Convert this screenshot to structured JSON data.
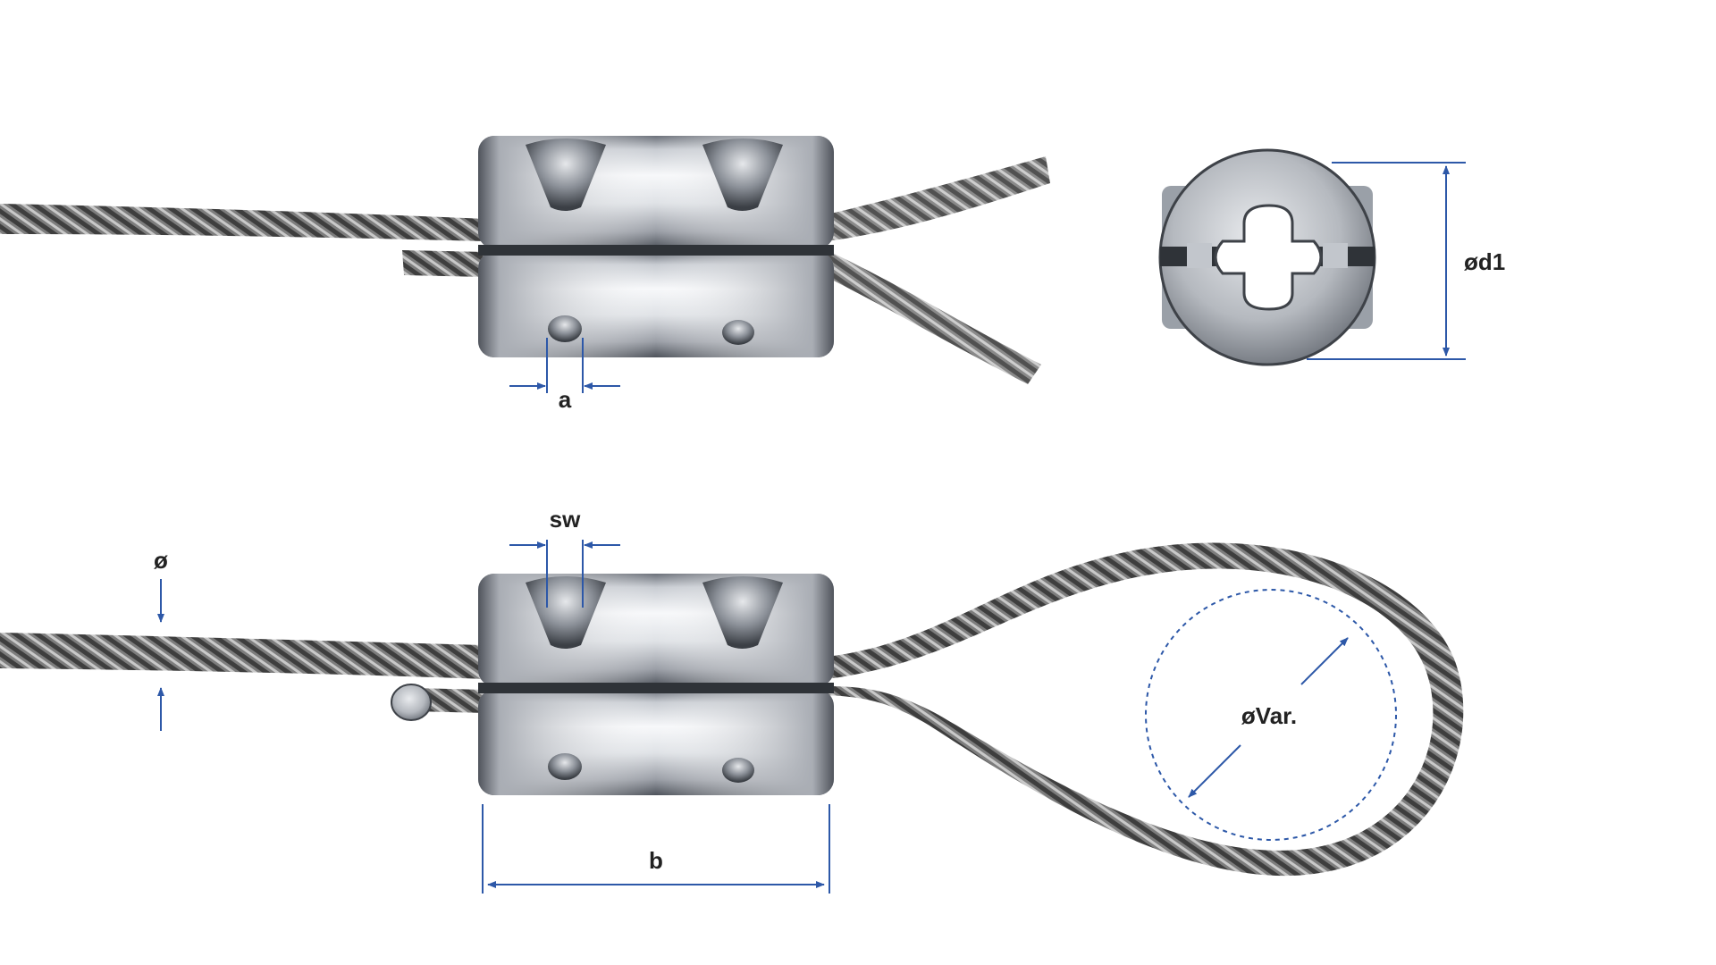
{
  "labels": {
    "a": "a",
    "sw": "sw",
    "b": "b",
    "dia": "ø",
    "d1": "ød1",
    "var": "øVar."
  },
  "colors": {
    "dimension_line": "#2d58a8",
    "label_text": "#222222",
    "steel_light": "#f4f5f7",
    "steel_dark": "#5c6068",
    "cable": "#6f6f6f"
  },
  "icons": [
    "wire-rope",
    "cable-clamp",
    "set-screw",
    "loop-circle",
    "arrow-head"
  ]
}
